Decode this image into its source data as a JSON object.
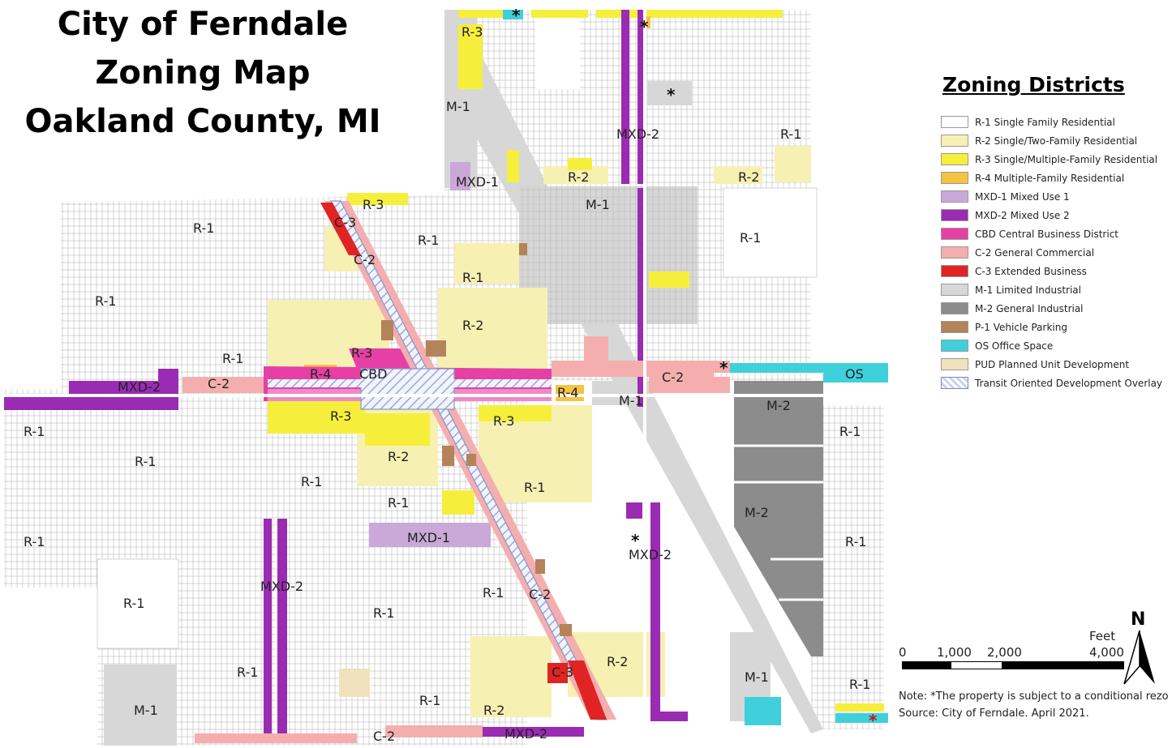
{
  "title": {
    "line1": "City of Ferndale",
    "line2": "Zoning Map",
    "line3": "Oakland County, MI"
  },
  "legend": {
    "title": "Zoning Districts",
    "items": [
      {
        "label": "R-1 Single Family Residential",
        "color": "#ffffff"
      },
      {
        "label": "R-2 Single/Two-Family Residential",
        "color": "#f7f0b3"
      },
      {
        "label": "R-3 Single/Multiple-Family Residential",
        "color": "#f5ef3c"
      },
      {
        "label": "R-4 Multiple-Family Residential",
        "color": "#f6c242"
      },
      {
        "label": "MXD-1 Mixed Use 1",
        "color": "#caa8d8"
      },
      {
        "label": "MXD-2 Mixed Use 2",
        "color": "#9a2bb3"
      },
      {
        "label": "CBD Central Business District",
        "color": "#e640a6"
      },
      {
        "label": "C-2 General Commercial",
        "color": "#f4aeae"
      },
      {
        "label": "C-3 Extended Business",
        "color": "#e02424"
      },
      {
        "label": "M-1 Limited Industrial",
        "color": "#d7d7d7"
      },
      {
        "label": "M-2 General Industrial",
        "color": "#8c8c8c"
      },
      {
        "label": "P-1 Vehicle Parking",
        "color": "#b5835a"
      },
      {
        "label": "OS Office Space",
        "color": "#3fd0dc"
      },
      {
        "label": "PUD Planned Unit Development",
        "color": "#efe2bd"
      },
      {
        "label": "Transit Oriented Development Overlay",
        "color": "#c8d2ee"
      }
    ]
  },
  "scale": {
    "unit": "Feet",
    "ticks": [
      "0",
      "1,000",
      "2,000",
      "4,000"
    ]
  },
  "north": "N",
  "notes": {
    "note": "Note: *The property is subject to a conditional rezo",
    "source": "Source: City of Ferndale. April 2021."
  },
  "map": {
    "zone_labels": [
      "R-3",
      "M-1",
      "MXD-2",
      "R-1",
      "R-2",
      "R-2",
      "MXD-1",
      "M-1",
      "R-1",
      "R-3",
      "C-3",
      "R-1",
      "R-1",
      "C-2",
      "R-1",
      "R-1",
      "R-2",
      "R-1",
      "R-3",
      "MXD-2",
      "C-2",
      "R-4",
      "CBD",
      "R-4",
      "M-1",
      "C-2",
      "OS",
      "M-2",
      "R-3",
      "R-3",
      "R-1",
      "R-1",
      "R-2",
      "R-1",
      "R-1",
      "R-1",
      "R-1",
      "M-2",
      "R-1",
      "MXD-1",
      "MXD-2",
      "R-1",
      "MXD-2",
      "R-1",
      "R-1",
      "C-2",
      "R-1",
      "R-2",
      "C-3",
      "M-1",
      "R-1",
      "M-1",
      "R-1",
      "R-2",
      "C-2",
      "MXD-2",
      "R-1"
    ]
  }
}
